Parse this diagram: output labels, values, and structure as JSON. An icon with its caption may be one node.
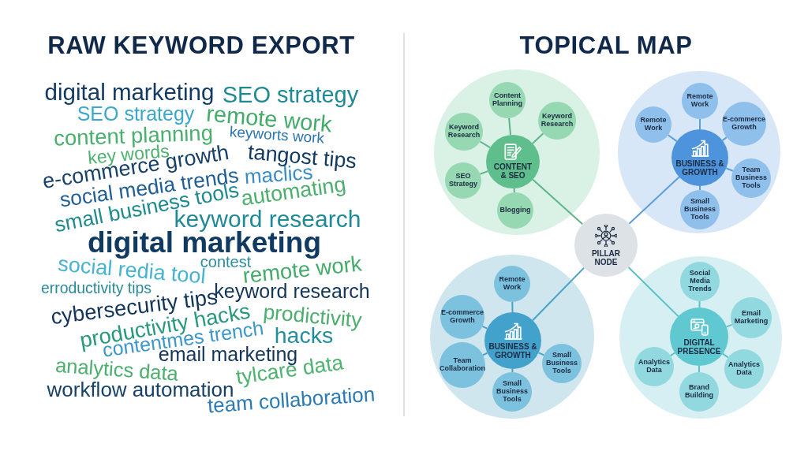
{
  "diagram": {
    "nodes": [
      {
        "text": [],
        "shape": "circle"
      },
      {
        "text": [
          "CONTENT & SEO"
        ],
        "in": 0
      },
      {
        "text": [
          "Content Planning"
        ],
        "in": 0
      },
      {
        "text": [
          "Keyword Research"
        ],
        "in": 0
      },
      {
        "text": [
          "Keyword Research"
        ],
        "in": 0
      },
      {
        "text": [
          "SEO Strategy"
        ],
        "in": 0
      },
      {
        "text": [
          "Blogging"
        ],
        "in": 0
      },
      {
        "text": [],
        "shape": "circle"
      },
      {
        "text": [
          "BUSINESS & GROWTH"
        ],
        "in": 7
      },
      {
        "text": [
          "Remote Work"
        ],
        "in": 7
      },
      {
        "text": [
          "Remote Work"
        ],
        "in": 7
      },
      {
        "text": [
          "E-commerce Growth"
        ],
        "in": 7
      },
      {
        "text": [
          "Team Business Tools"
        ],
        "in": 7
      },
      {
        "text": [
          "Small Business Tools"
        ],
        "in": 7
      },
      {
        "text": [
          "PILLAR NODE"
        ]
      },
      {
        "text": [],
        "shape": "circle"
      },
      {
        "text": [
          "BUSINESS & GROWTH"
        ],
        "in": 15
      },
      {
        "text": [
          "Remote Work"
        ],
        "in": 15
      },
      {
        "text": [
          "E-commerce Growth"
        ],
        "in": 15
      },
      {
        "text": [
          "Team Collaboration"
        ],
        "in": 15
      },
      {
        "text": [
          "Small Business Tools"
        ],
        "in": 15
      },
      {
        "text": [
          "Small Business Tools"
        ],
        "in": 15
      },
      {
        "text": [],
        "shape": "circle"
      },
      {
        "text": [
          "DIGITAL PRESENCE"
        ],
        "in": 22
      },
      {
        "text": [
          "Social Media Trends"
        ],
        "in": 22
      },
      {
        "text": [
          "Email Marketing"
        ],
        "in": 22
      },
      {
        "text": [
          "Analytics Data"
        ],
        "in": 22
      },
      {
        "text": [
          "Analytics Data"
        ],
        "in": 22
      },
      {
        "text": [
          "Brand Building"
        ],
        "in": 22
      }
    ],
    "edges": [
      {
        "from": 14,
        "to": 1,
        "arrow": "none"
      },
      {
        "from": 1,
        "to": 2,
        "arrow": "none"
      },
      {
        "from": 1,
        "to": 3,
        "arrow": "none"
      },
      {
        "from": 1,
        "to": 4,
        "arrow": "none"
      },
      {
        "from": 1,
        "to": 5,
        "arrow": "none"
      },
      {
        "from": 1,
        "to": 6,
        "arrow": "none"
      },
      {
        "from": 14,
        "to": 8,
        "arrow": "none"
      },
      {
        "from": 8,
        "to": 9,
        "arrow": "none"
      },
      {
        "from": 8,
        "to": 10,
        "arrow": "none"
      },
      {
        "from": 8,
        "to": 11,
        "arrow": "none"
      },
      {
        "from": 8,
        "to": 12,
        "arrow": "none"
      },
      {
        "from": 8,
        "to": 13,
        "arrow": "none"
      },
      {
        "from": 14,
        "to": 16,
        "arrow": "none"
      },
      {
        "from": 16,
        "to": 17,
        "arrow": "none"
      },
      {
        "from": 16,
        "to": 18,
        "arrow": "none"
      },
      {
        "from": 16,
        "to": 19,
        "arrow": "none"
      },
      {
        "from": 16,
        "to": 20,
        "arrow": "none"
      },
      {
        "from": 16,
        "to": 21,
        "arrow": "none"
      },
      {
        "from": 14,
        "to": 23,
        "arrow": "none"
      },
      {
        "from": 23,
        "to": 24,
        "arrow": "none"
      },
      {
        "from": 23,
        "to": 25,
        "arrow": "none"
      },
      {
        "from": 23,
        "to": 26,
        "arrow": "none"
      },
      {
        "from": 23,
        "to": 27,
        "arrow": "none"
      },
      {
        "from": 23,
        "to": 28,
        "arrow": "none"
      }
    ],
    "labels": [
      "RAW KEYWORD EXPORT",
      "digital marketing",
      "SEO strategy",
      "SEO strategy",
      "remote work",
      "content planning",
      "keyworts work",
      "key words",
      "tangost tips",
      "e-commerce growth",
      "social media trends",
      "maclics",
      "small business tools",
      "automating",
      "keyword research",
      "digital marketing",
      "social redia tool",
      "contest",
      "remote work",
      "erroductivity tips",
      "keyword research",
      "cybersecurity tips",
      "productivity hacks",
      "prodictivity",
      "contentmes trench",
      "hacks",
      "email marketing",
      "analytics data",
      "tylcare data",
      "workflow automation",
      "team collaboration",
      "TOPICAL MAP"
    ]
  }
}
